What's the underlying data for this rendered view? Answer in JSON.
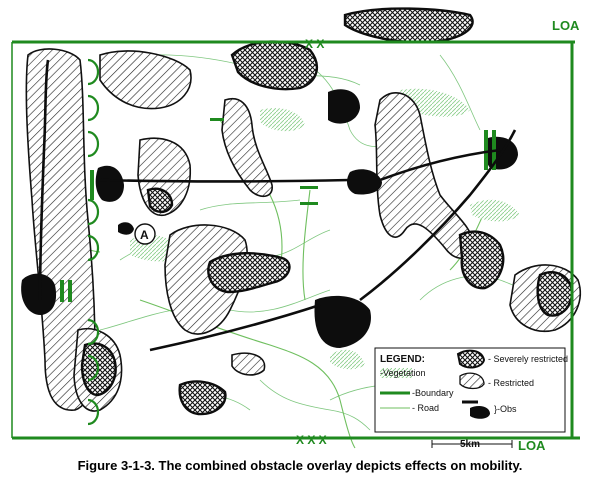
{
  "map": {
    "loa_top": "LOA",
    "loa_bottom": "LOA",
    "boundary_marker_top": "X X",
    "boundary_marker_bottom": "X X X",
    "point_label": "A",
    "scale_label": "5km"
  },
  "legend": {
    "heading": "LEGEND:",
    "severely_restricted": "- Severely restricted",
    "restricted": "- Restricted",
    "vegetation": "-Vegetation",
    "boundary": "-Boundary",
    "road": "- Road",
    "obs": "}-Obs"
  },
  "caption": "Figure 3-1-3.  The combined obstacle overlay depicts effects on mobility.",
  "colors": {
    "boundary": "#1f8a1f",
    "road": "#6fbf5f",
    "vegetation": "#8fd08f",
    "severely_restricted": "#0d0d0d",
    "restricted_outline": "#111111"
  }
}
